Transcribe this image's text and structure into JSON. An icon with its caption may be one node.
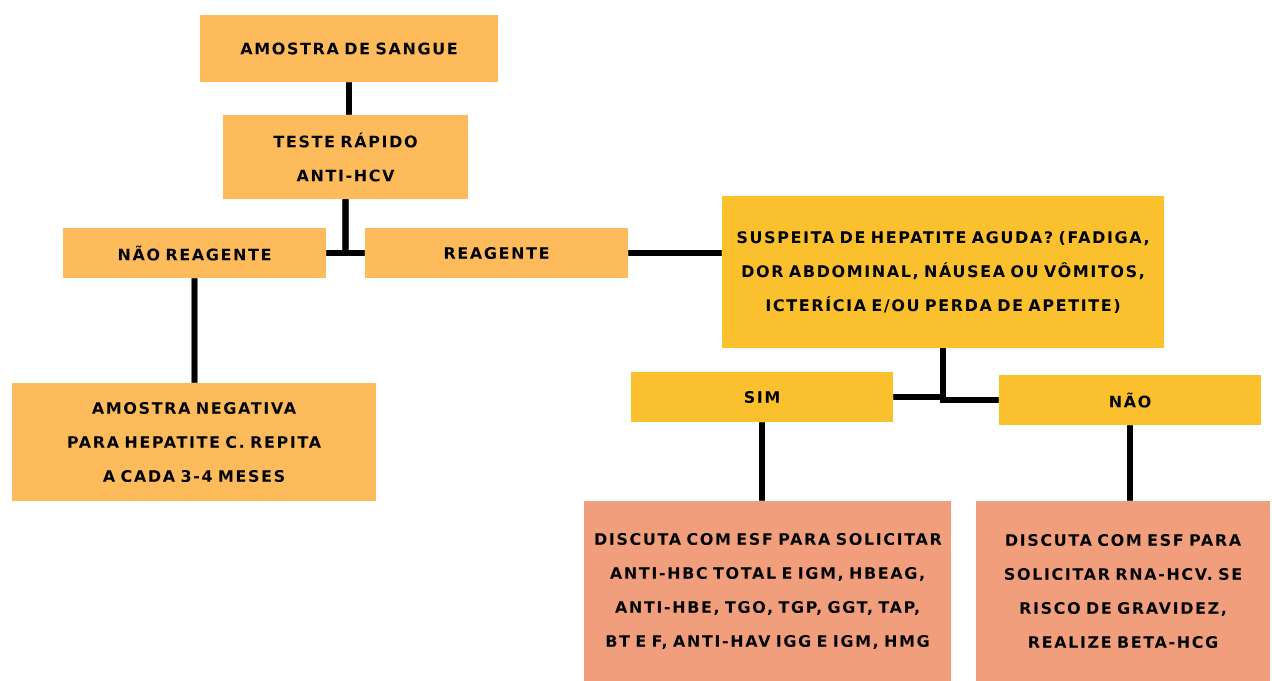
{
  "diagram": {
    "nodes": [
      {
        "text": [
          "AMOSTRA DE SANGUE"
        ]
      },
      {
        "text": [
          "TESTE RÁPIDO ANTI-HCV"
        ]
      },
      {
        "text": [
          "NÃO REAGENTE"
        ]
      },
      {
        "text": [
          "REAGENTE"
        ]
      },
      {
        "text": [
          "SUSPEITA DE HEPATITE AGUDA? (FADIGA, DOR ABDOMINAL, NÁUSEA OU VÔMITOS, ICTERÍCIA E/OU PERDA DE APETITE)"
        ]
      },
      {
        "text": [
          "AMOSTRA NEGATIVA PARA HEPATITE C. REPITA A CADA 3-4 MESES"
        ]
      },
      {
        "text": [
          "SIM"
        ]
      },
      {
        "text": [
          "NÃO"
        ]
      },
      {
        "text": [
          "DISCUTA COM ESF PARA SOLICITAR ANTI-HBC TOTAL E IGM, HBEAG, ANTI-HBE, TGO, TGP, GGT, TAP, BT E F, ANTI-HAV IGG E IGM, HMG"
        ]
      },
      {
        "text": [
          "DISCUTA COM ESF PARA SOLICITAR RNA-HCV. SE RISCO DE GRAVIDEZ, REALIZE BETA-HCG"
        ]
      }
    ],
    "edges": [
      {
        "from": 0,
        "to": 1,
        "arrow": "none"
      },
      {
        "from": 1,
        "to": 2,
        "arrow": "none"
      },
      {
        "from": 1,
        "to": 3,
        "arrow": "none"
      },
      {
        "from": 3,
        "to": 4,
        "arrow": "none"
      },
      {
        "from": 2,
        "to": 5,
        "arrow": "none"
      },
      {
        "from": 4,
        "to": 6,
        "arrow": "none"
      },
      {
        "from": 4,
        "to": 7,
        "arrow": "none"
      },
      {
        "from": 6,
        "to": 8,
        "arrow": "none"
      },
      {
        "from": 7,
        "to": 9,
        "arrow": "none"
      }
    ]
  }
}
